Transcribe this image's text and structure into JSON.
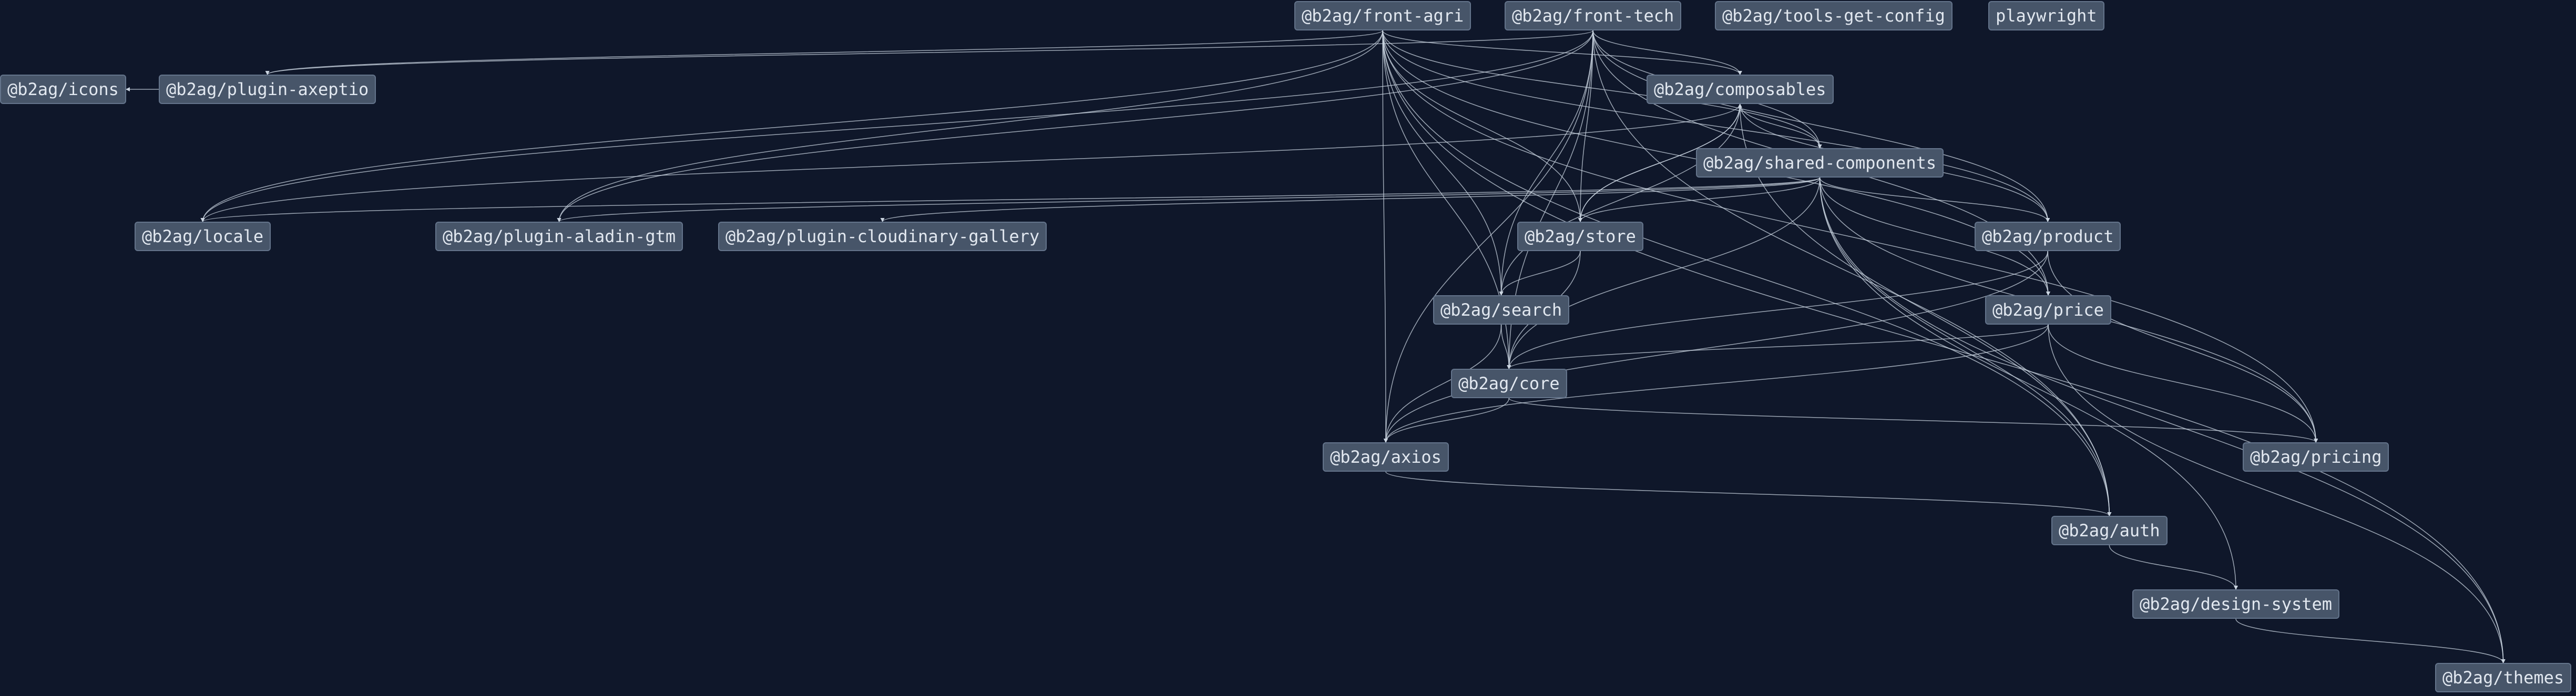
{
  "colors": {
    "background": "#0f172a",
    "node_fill": "#475569",
    "node_text": "#e2e8f0",
    "edge": "#cbd5e1"
  },
  "nodes": [
    {
      "id": "front-agri",
      "label": "@b2ag/front-agri"
    },
    {
      "id": "front-tech",
      "label": "@b2ag/front-tech"
    },
    {
      "id": "tools-get-config",
      "label": "@b2ag/tools-get-config"
    },
    {
      "id": "playwright",
      "label": "playwright"
    },
    {
      "id": "icons",
      "label": "@b2ag/icons"
    },
    {
      "id": "plugin-axeptio",
      "label": "@b2ag/plugin-axeptio"
    },
    {
      "id": "composables",
      "label": "@b2ag/composables"
    },
    {
      "id": "shared-components",
      "label": "@b2ag/shared-components"
    },
    {
      "id": "locale",
      "label": "@b2ag/locale"
    },
    {
      "id": "plugin-aladin-gtm",
      "label": "@b2ag/plugin-aladin-gtm"
    },
    {
      "id": "plugin-cloudinary-gallery",
      "label": "@b2ag/plugin-cloudinary-gallery"
    },
    {
      "id": "store",
      "label": "@b2ag/store"
    },
    {
      "id": "product",
      "label": "@b2ag/product"
    },
    {
      "id": "search",
      "label": "@b2ag/search"
    },
    {
      "id": "price",
      "label": "@b2ag/price"
    },
    {
      "id": "core",
      "label": "@b2ag/core"
    },
    {
      "id": "axios",
      "label": "@b2ag/axios"
    },
    {
      "id": "pricing",
      "label": "@b2ag/pricing"
    },
    {
      "id": "auth",
      "label": "@b2ag/auth"
    },
    {
      "id": "design-system",
      "label": "@b2ag/design-system"
    },
    {
      "id": "themes",
      "label": "@b2ag/themes"
    }
  ],
  "edges": [
    [
      "front-agri",
      "plugin-axeptio"
    ],
    [
      "front-agri",
      "composables"
    ],
    [
      "front-agri",
      "shared-components"
    ],
    [
      "front-agri",
      "locale"
    ],
    [
      "front-agri",
      "plugin-aladin-gtm"
    ],
    [
      "front-agri",
      "store"
    ],
    [
      "front-agri",
      "search"
    ],
    [
      "front-agri",
      "core"
    ],
    [
      "front-agri",
      "axios"
    ],
    [
      "front-agri",
      "product"
    ],
    [
      "front-agri",
      "price"
    ],
    [
      "front-agri",
      "auth"
    ],
    [
      "front-agri",
      "themes"
    ],
    [
      "front-agri",
      "pricing"
    ],
    [
      "front-tech",
      "plugin-axeptio"
    ],
    [
      "front-tech",
      "composables"
    ],
    [
      "front-tech",
      "shared-components"
    ],
    [
      "front-tech",
      "locale"
    ],
    [
      "front-tech",
      "plugin-aladin-gtm"
    ],
    [
      "front-tech",
      "store"
    ],
    [
      "front-tech",
      "search"
    ],
    [
      "front-tech",
      "core"
    ],
    [
      "front-tech",
      "axios"
    ],
    [
      "front-tech",
      "product"
    ],
    [
      "front-tech",
      "price"
    ],
    [
      "front-tech",
      "auth"
    ],
    [
      "plugin-axeptio",
      "icons"
    ],
    [
      "composables",
      "locale"
    ],
    [
      "composables",
      "store"
    ],
    [
      "composables",
      "search"
    ],
    [
      "composables",
      "auth"
    ],
    [
      "shared-components",
      "locale"
    ],
    [
      "shared-components",
      "plugin-aladin-gtm"
    ],
    [
      "shared-components",
      "plugin-cloudinary-gallery"
    ],
    [
      "shared-components",
      "composables"
    ],
    [
      "shared-components",
      "store"
    ],
    [
      "shared-components",
      "product"
    ],
    [
      "shared-components",
      "price"
    ],
    [
      "shared-components",
      "core"
    ],
    [
      "shared-components",
      "pricing"
    ],
    [
      "shared-components",
      "auth"
    ],
    [
      "shared-components",
      "design-system"
    ],
    [
      "shared-components",
      "themes"
    ],
    [
      "store",
      "search"
    ],
    [
      "store",
      "core"
    ],
    [
      "store",
      "composables"
    ],
    [
      "product",
      "composables"
    ],
    [
      "product",
      "core"
    ],
    [
      "product",
      "axios"
    ],
    [
      "product",
      "pricing"
    ],
    [
      "search",
      "core"
    ],
    [
      "search",
      "axios"
    ],
    [
      "price",
      "core"
    ],
    [
      "price",
      "axios"
    ],
    [
      "price",
      "pricing"
    ],
    [
      "price",
      "themes"
    ],
    [
      "core",
      "axios"
    ],
    [
      "core",
      "pricing"
    ],
    [
      "axios",
      "auth"
    ],
    [
      "auth",
      "design-system"
    ],
    [
      "design-system",
      "themes"
    ]
  ]
}
